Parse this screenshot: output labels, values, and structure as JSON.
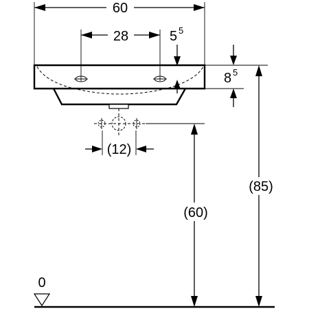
{
  "dimensions": {
    "overall_width": {
      "value": "60"
    },
    "tap_hole_spacing": {
      "value": "28"
    },
    "tap_hole_offset": {
      "value": "5",
      "superscript": "5"
    },
    "rim_thickness": {
      "value": "8",
      "superscript": "5"
    },
    "waste_outlet_width": {
      "value": "(12)"
    },
    "waste_height": {
      "value": "(60)"
    },
    "rim_height": {
      "value": "(85)"
    }
  },
  "floor_level": {
    "value": "0"
  }
}
